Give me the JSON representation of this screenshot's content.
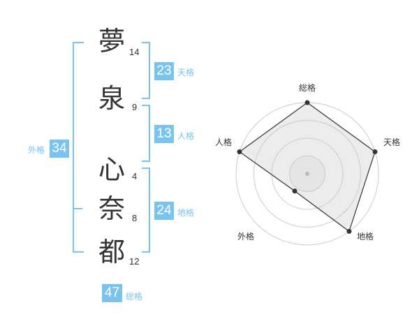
{
  "name_chars": [
    {
      "char": "夢",
      "strokes": "14"
    },
    {
      "char": "泉",
      "strokes": "9"
    },
    {
      "char": "心",
      "strokes": "4"
    },
    {
      "char": "奈",
      "strokes": "8"
    },
    {
      "char": "都",
      "strokes": "12"
    }
  ],
  "fortunes": {
    "tenkaku": {
      "value": "23",
      "label": "天格"
    },
    "jinkaku": {
      "value": "13",
      "label": "人格"
    },
    "chikaku": {
      "value": "24",
      "label": "地格"
    },
    "gaikaku": {
      "value": "34",
      "label": "外格"
    },
    "soukaku": {
      "value": "47",
      "label": "総格"
    }
  },
  "colors": {
    "accent": "#79c3f0",
    "text": "#333333",
    "radar_fill": "#eeeeee",
    "radar_grid": "#cccccc"
  },
  "chart_data": {
    "type": "radar",
    "axes": [
      "総格",
      "天格",
      "地格",
      "外格",
      "人格"
    ],
    "values": [
      4,
      4,
      4,
      1.2,
      4
    ],
    "max": 4
  }
}
